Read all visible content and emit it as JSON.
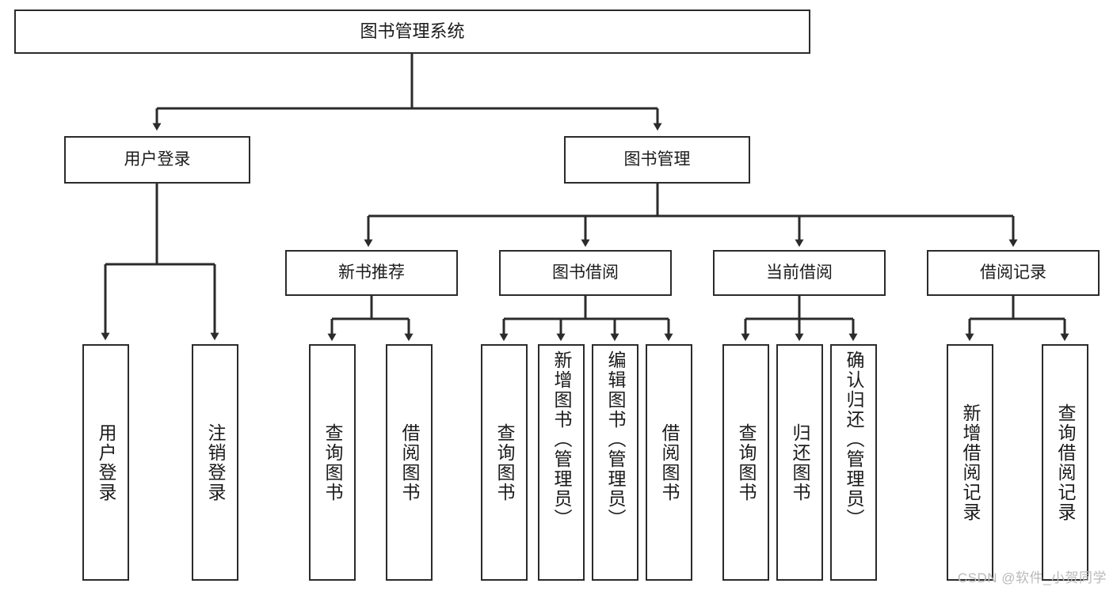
{
  "diagram": {
    "title": "图书管理系统",
    "type": "tree",
    "watermark": "CSDN @软件_小贺同学",
    "colors": {
      "box_border": "#2b2b2b",
      "box_fill": "#ffffff",
      "connector": "#2b2b2b",
      "text": "#1b1b1b",
      "watermark": "#b9b9b9"
    },
    "nodes": {
      "root": {
        "label": "图书管理系统"
      },
      "level2": [
        {
          "id": "user-login",
          "label": "用户登录"
        },
        {
          "id": "book-manage",
          "label": "图书管理"
        }
      ],
      "level3": [
        {
          "id": "new-book-recommend",
          "label": "新书推荐"
        },
        {
          "id": "book-borrow",
          "label": "图书借阅"
        },
        {
          "id": "current-borrow",
          "label": "当前借阅"
        },
        {
          "id": "borrow-record",
          "label": "借阅记录"
        }
      ],
      "leaves": {
        "user-login": [
          {
            "id": "leaf-user-login",
            "label": "用户登录"
          },
          {
            "id": "leaf-logout",
            "label": "注销登录"
          }
        ],
        "new-book-recommend": [
          {
            "id": "leaf-query-book-1",
            "label": "查询图书"
          },
          {
            "id": "leaf-borrow-book-1",
            "label": "借阅图书"
          }
        ],
        "book-borrow": [
          {
            "id": "leaf-query-book-2",
            "label": "查询图书"
          },
          {
            "id": "leaf-add-book",
            "label": "新增图书（管理员）"
          },
          {
            "id": "leaf-edit-book",
            "label": "编辑图书（管理员）"
          },
          {
            "id": "leaf-borrow-book-2",
            "label": "借阅图书"
          }
        ],
        "current-borrow": [
          {
            "id": "leaf-query-book-3",
            "label": "查询图书"
          },
          {
            "id": "leaf-return-book",
            "label": "归还图书"
          },
          {
            "id": "leaf-confirm-return",
            "label": "确认归还（管理员）"
          }
        ],
        "borrow-record": [
          {
            "id": "leaf-add-record",
            "label": "新增借阅记录"
          },
          {
            "id": "leaf-query-record",
            "label": "查询借阅记录"
          }
        ]
      }
    }
  }
}
